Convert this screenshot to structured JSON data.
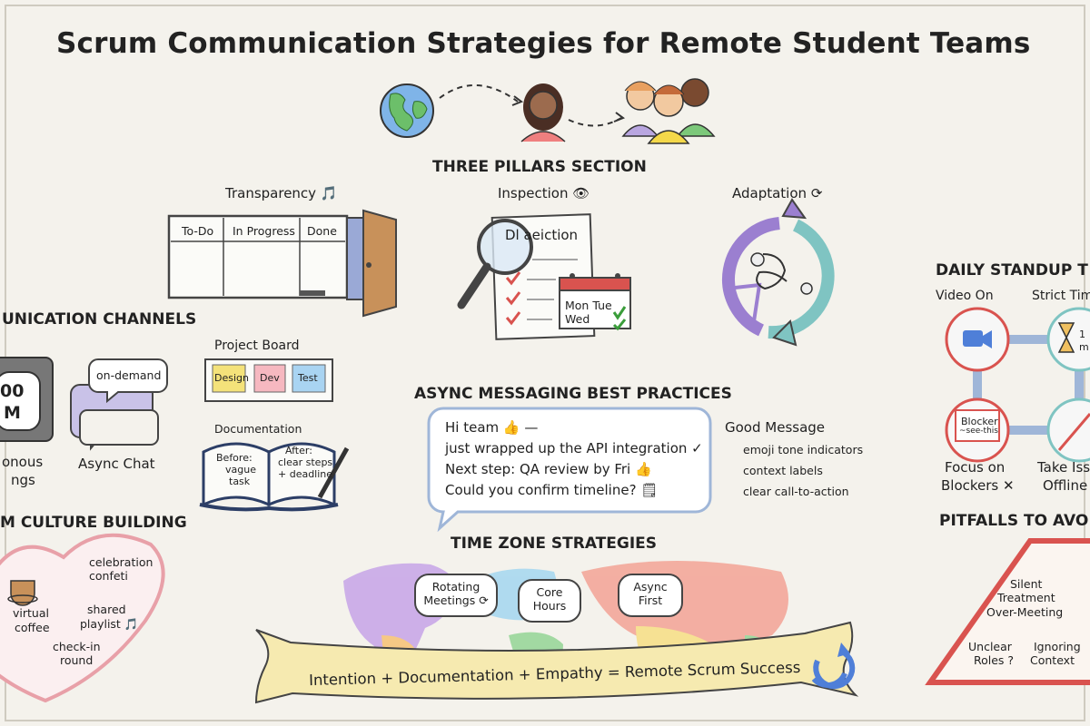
{
  "title": "Scrum Communication Strategies for Remote Student Teams",
  "pillars": {
    "heading": "THREE PILLARS SECTION",
    "transparency": "Transparency",
    "transparency_glyph": "🎵",
    "board_columns": [
      "To-Do",
      "In Progress",
      "Done"
    ],
    "inspection": "Inspection",
    "inspection_glyph": "👁",
    "checklist_heading": "Dl aeiction",
    "calendar_days": "Mon Tue",
    "calendar_day2": "Wed",
    "adaptation": "Adaptation",
    "adaptation_glyph": "⟳"
  },
  "channels": {
    "heading": "UNICATION CHANNELS",
    "clock_lines": [
      "00",
      "M"
    ],
    "sync_label": [
      "onous",
      "ngs"
    ],
    "ondemand": "on-demand",
    "async_chat": "Async Chat",
    "project_board": "Project Board",
    "board_notes": [
      "Design",
      "Dev",
      "Test"
    ],
    "documentation": "Documentation",
    "before": [
      "Before:",
      "vague",
      "task"
    ],
    "after": [
      "After:",
      "clear steps",
      "+ deadline"
    ]
  },
  "async": {
    "heading": "ASYNC MESSAGING BEST PRACTICES",
    "message_lines": [
      "Hi team 👍 —",
      "just wrapped up the API integration ✓",
      "Next step: QA review by Fri 👍",
      "Could you confirm timeline? 🗒"
    ],
    "good_message": "Good Message",
    "tips": [
      "emoji tone indicators",
      "context labels",
      "clear call-to-action"
    ]
  },
  "standup": {
    "heading": "DAILY STANDUP T",
    "video_on": "Video On",
    "strict_time": "Strict Tim",
    "timer_text": [
      "1",
      "m"
    ],
    "blockers_sign": [
      "Blocker",
      "~see-this"
    ],
    "focus": [
      "Focus on",
      "Blockers ✕"
    ],
    "take_issues": [
      "Take Iss",
      "Offline"
    ]
  },
  "culture": {
    "heading": "M CULTURE BUILDING",
    "items": [
      [
        "celebration",
        "confeti"
      ],
      [
        "virtual",
        "coffee"
      ],
      [
        "shared",
        "playlist 🎵"
      ],
      [
        "check-in",
        "round"
      ]
    ]
  },
  "timezone": {
    "heading": "TIME ZONE STRATEGIES",
    "bubbles": [
      [
        "Rotating",
        "Meetings ⟳"
      ],
      [
        "Core",
        "Hours"
      ],
      [
        "Async",
        "First"
      ]
    ],
    "banner": "Intention + Documentation + Empathy = Remote Scrum Success"
  },
  "pitfalls": {
    "heading": "PITFALLS TO AVO",
    "items": [
      "Silent",
      "Treatment",
      "Over-Meeting",
      "Unclear",
      "Roles ?",
      "Ignoring",
      "Context"
    ]
  },
  "colors": {
    "paper": "#f4f2ec",
    "ink": "#222222",
    "purple": "#9b7fd0",
    "teal": "#7fc4c2",
    "red": "#d9534f",
    "green": "#3a9d3a",
    "blue": "#4f7fd8",
    "yellow_note": "#f4e27a",
    "pink_note": "#f6b8c0",
    "blue_note": "#a9d4f2",
    "heart": "#e8a0a8",
    "banner": "#f6eab0"
  }
}
